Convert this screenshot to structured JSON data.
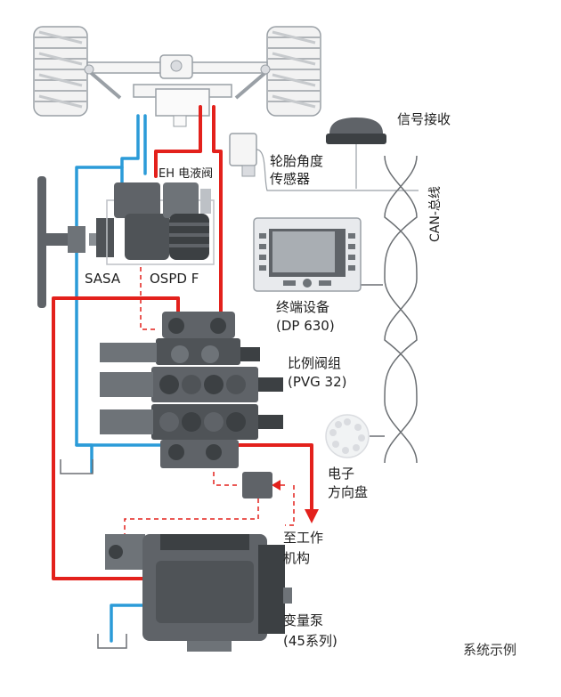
{
  "labels": {
    "xinhao_jieshou": "信号接收",
    "eh_dianye_fa": "EH 电液阀",
    "luntai_jiaodu_1": "轮胎角度",
    "luntai_jiaodu_2": "传感器",
    "can_bus": "CAN-总线",
    "sasa": "SASA",
    "ospd_f": "OSPD F",
    "zhongduan_1": "终端设备",
    "zhongduan_2": "(DP 630)",
    "bili_1": "比例阀组",
    "bili_2": "(PVG 32)",
    "dianzi_1": "电子",
    "dianzi_2": "方向盘",
    "zhi_1": "至工作",
    "zhi_2": "机构",
    "bengl_1": "变量泵",
    "bengl_2": "(45系列)",
    "caption": "系统示例"
  },
  "colors": {
    "pressure_line": "#e3211c",
    "return_line": "#2b9bd8",
    "component": "#5f6368",
    "component_dark": "#3c4043",
    "outline": "#9aa0a6",
    "screen": "#7a8088"
  }
}
